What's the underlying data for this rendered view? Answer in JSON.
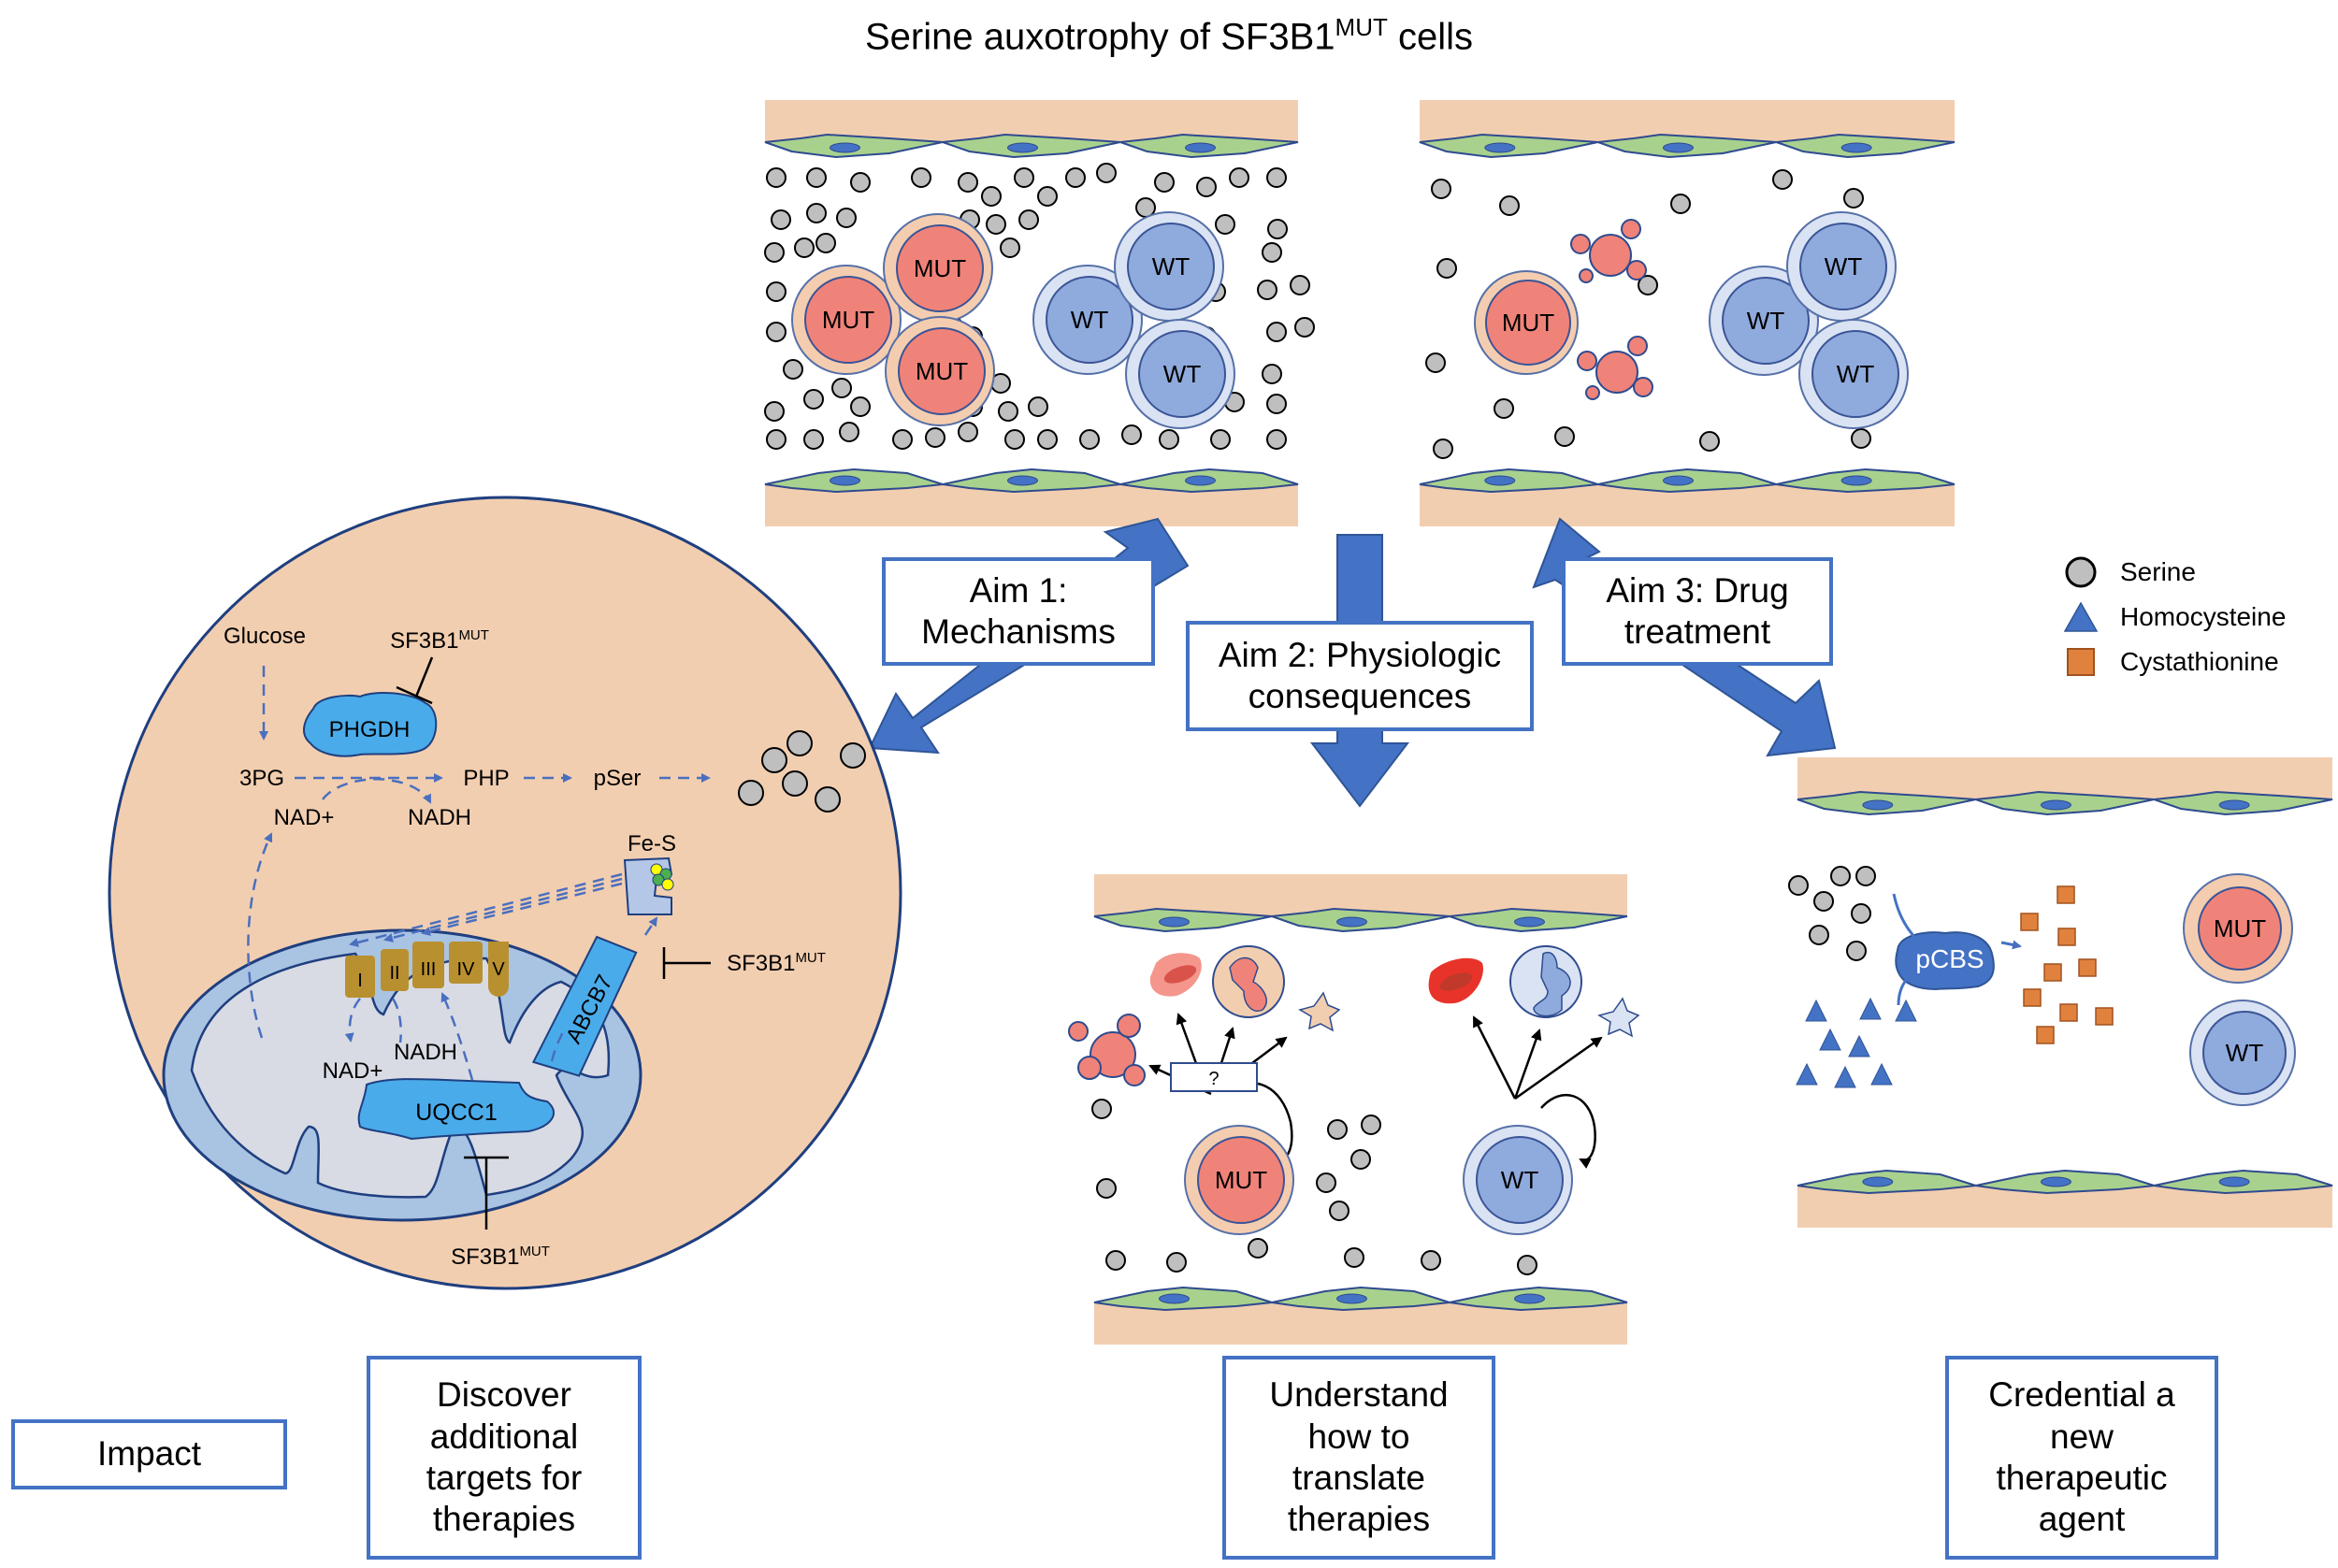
{
  "title": {
    "main": "Serine auxotrophy of SF3B1",
    "sup": "MUT",
    "tail": " cells"
  },
  "aims": [
    {
      "id": "aim1",
      "label": "Aim 1:\nMechanisms"
    },
    {
      "id": "aim2",
      "label": "Aim 2: Physiologic\nconsequences"
    },
    {
      "id": "aim3",
      "label": "Aim 3: Drug\ntreatment"
    }
  ],
  "impact": {
    "label": "Impact",
    "items": [
      {
        "label": "Discover\nadditional\ntargets for\ntherapies"
      },
      {
        "label": "Understand\nhow to\ntranslate\ntherapies"
      },
      {
        "label": "Credential a\nnew\ntherapeutic\nagent"
      }
    ]
  },
  "legend": [
    {
      "icon": "serine-circle-icon",
      "label": "Serine"
    },
    {
      "icon": "homocysteine-triangle-icon",
      "label": "Homocysteine"
    },
    {
      "icon": "cystathionine-square-icon",
      "label": "Cystathionine"
    }
  ],
  "cell_labels": {
    "mut": "MUT",
    "wt": "WT"
  },
  "panels": {
    "top_left": {
      "mut_cells": 3,
      "wt_cells": 3,
      "serine_level": "high"
    },
    "top_right": {
      "mut_cells": 1,
      "wt_cells": 3,
      "serine_level": "low",
      "apoptotic_bodies": 2
    },
    "aim2_panel": {
      "question_label": "?"
    },
    "aim3_panel": {
      "enzyme_label": "pCBS"
    }
  },
  "pathway": {
    "glucose": "Glucose",
    "inhibitor": "SF3B1",
    "inhibitor_sup": "MUT",
    "phgdh": "PHGDH",
    "3pg": "3PG",
    "php": "PHP",
    "pser": "pSer",
    "nad_plus": "NAD+",
    "nadh": "NADH",
    "fes": "Fe-S",
    "abcb7": "ABCB7",
    "uqcc1": "UQCC1",
    "complexes": [
      "I",
      "II",
      "III",
      "IV",
      "V"
    ]
  },
  "colors": {
    "tissue": "#f2ceb0",
    "endothelium": "#a9d18e",
    "nucleus_blue": "#4472c4",
    "mut_inner": "#f08379",
    "mut_outer": "#f4cdb0",
    "wt_inner": "#8faadc",
    "wt_outer": "#dae3f3",
    "serine": "#bfbfbf",
    "arrow_blue": "#4a6fbf",
    "enzyme_blue": "#4aabea",
    "complex_gold": "#b8902f",
    "cystathionine": "#e0823e",
    "mito_outer": "#a9c3e3",
    "mito_inner": "#d8dbe4"
  }
}
